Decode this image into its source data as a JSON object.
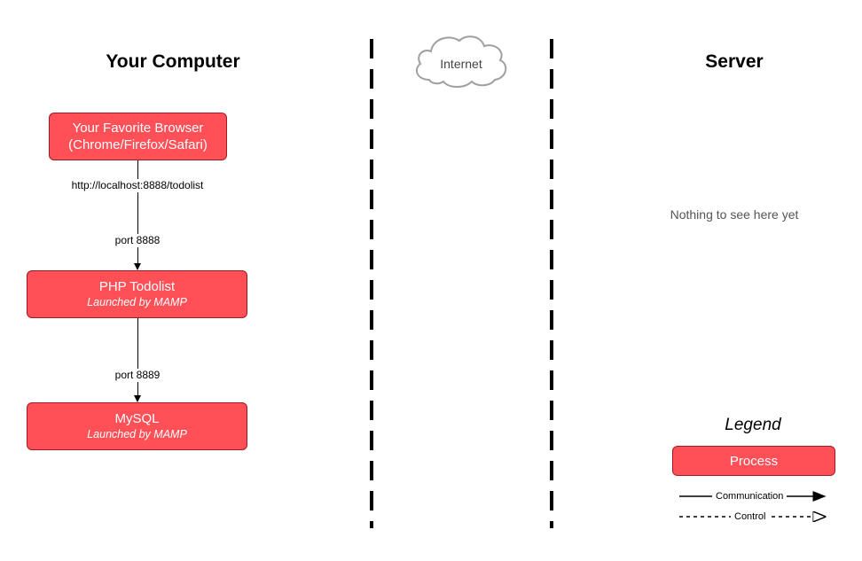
{
  "headings": {
    "your_computer": "Your Computer",
    "server": "Server"
  },
  "cloud": {
    "label": "Internet"
  },
  "nodes": {
    "browser": {
      "title": "Your Favorite Browser",
      "subtitle": "(Chrome/Firefox/Safari)"
    },
    "php": {
      "title": "PHP Todolist",
      "subtitle": "Launched by MAMP"
    },
    "mysql": {
      "title": "MySQL",
      "subtitle": "Launched by MAMP"
    }
  },
  "edges": {
    "browser_to_php": {
      "url_label": "http://localhost:8888/todolist",
      "port_label": "port 8888"
    },
    "php_to_mysql": {
      "port_label": "port 8889"
    }
  },
  "server": {
    "placeholder": "Nothing to see here yet"
  },
  "legend": {
    "title": "Legend",
    "process_label": "Process",
    "communication_label": "Communication",
    "control_label": "Control"
  },
  "colors": {
    "process_fill": "#ff4f57",
    "process_border": "#a51820",
    "cloud_stroke": "#a0a0a0"
  }
}
